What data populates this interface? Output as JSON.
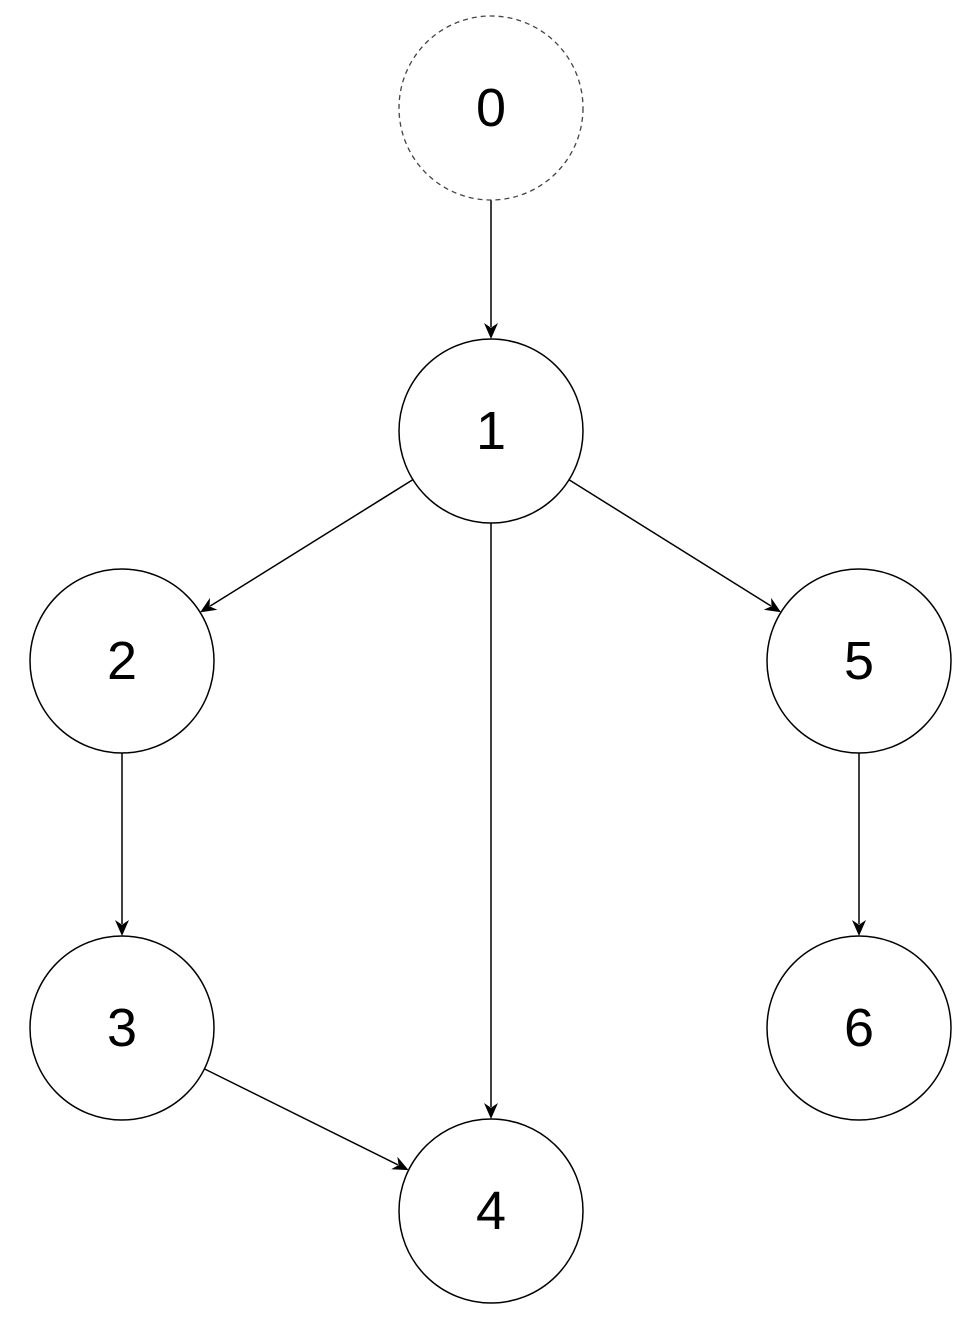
{
  "diagram": {
    "nodes": [
      {
        "id": "0",
        "label": "0",
        "style": "dashed"
      },
      {
        "id": "1",
        "label": "1",
        "style": "solid"
      },
      {
        "id": "2",
        "label": "2",
        "style": "solid"
      },
      {
        "id": "3",
        "label": "3",
        "style": "solid"
      },
      {
        "id": "4",
        "label": "4",
        "style": "solid"
      },
      {
        "id": "5",
        "label": "5",
        "style": "solid"
      },
      {
        "id": "6",
        "label": "6",
        "style": "solid"
      }
    ],
    "edges": [
      {
        "from": "0",
        "to": "1"
      },
      {
        "from": "1",
        "to": "2"
      },
      {
        "from": "1",
        "to": "4"
      },
      {
        "from": "1",
        "to": "5"
      },
      {
        "from": "2",
        "to": "3"
      },
      {
        "from": "3",
        "to": "4"
      },
      {
        "from": "5",
        "to": "6"
      }
    ],
    "colors": {
      "stroke": "#000000",
      "dashed_stroke": "#444444",
      "fill": "#ffffff"
    }
  }
}
